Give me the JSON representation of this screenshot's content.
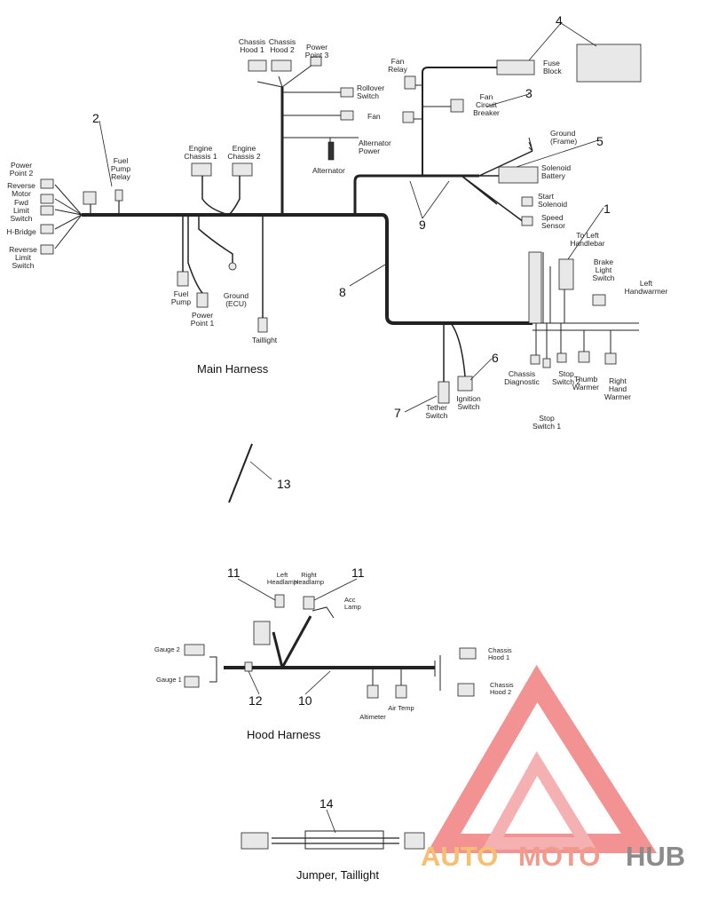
{
  "main_harness": {
    "title": "Main Harness",
    "labels": {
      "chassis_hood_1": "Chassis\nHood 1",
      "chassis_hood_2": "Chassis\nHood 2",
      "power_point_3": "Power\nPoint 3",
      "rollover_switch": "Rollover\nSwitch",
      "fan": "Fan",
      "alternator_power": "Alternator\nPower",
      "alternator": "Alternator",
      "engine_chassis_1": "Engine\nChassis 1",
      "engine_chassis_2": "Engine\nChassis 2",
      "fuel_pump_relay": "Fuel\nPump\nRelay",
      "power_point_2": "Power\nPoint 2",
      "reverse_motor": "Reverse\nMotor",
      "fwd_limit_switch": "Fwd\nLimit\nSwitch",
      "h_bridge": "H-Bridge",
      "reverse_limit_switch": "Reverse\nLimit\nSwitch",
      "fuel_pump": "Fuel\nPump",
      "power_point_1": "Power\nPoint 1",
      "ground_ecu": "Ground\n(ECU)",
      "taillight": "Taillight",
      "fan_relay": "Fan\nRelay",
      "fan_circuit_breaker": "Fan\nCircuit\nBreaker",
      "fuse_block": "Fuse\nBlock",
      "ground_frame": "Ground\n(Frame)",
      "solenoid_battery": "Solenoid\nBattery",
      "start_solenoid": "Start\nSolenoid",
      "speed_sensor": "Speed\nSensor",
      "to_left_handlebar": "To Left\nHandlebar",
      "brake_light_switch": "Brake\nLight\nSwitch",
      "left_handwarmer": "Left\nHandwarmer",
      "chassis_diagnostic": "Chassis\nDiagnostic",
      "stop_switch_2": "Stop\nSwitch 2",
      "thumb_warmer": "Thumb\nWarmer",
      "right_hand_warmer": "Right\nHand\nWarmer",
      "stop_switch_1": "Stop\nSwitch 1",
      "tether_switch": "Tether\nSwitch",
      "ignition_switch": "Ignition\nSwitch"
    }
  },
  "hood_harness": {
    "title": "Hood Harness",
    "labels": {
      "left_headlamp": "Left\nHeadlamp",
      "right_headlamp": "Right\nHeadlamp",
      "acc_lamp": "Acc\nLamp",
      "gauge_2": "Gauge 2",
      "gauge_1": "Gauge 1",
      "chassis_hood_1": "Chassis\nHood 1",
      "chassis_hood_2": "Chassis\nHood 2",
      "altimeter": "Altimeter",
      "air_temp": "Air Temp"
    }
  },
  "jumper": {
    "title": "Jumper, Taillight"
  },
  "callouts": [
    "1",
    "2",
    "3",
    "4",
    "5",
    "6",
    "7",
    "8",
    "9",
    "10",
    "11",
    "11",
    "12",
    "13",
    "14"
  ],
  "watermark": {
    "text_auto": "AUTO",
    "text_moto": "MOTO",
    "text_hub": "HUB",
    "color_red": "#e8403a",
    "color_orange": "#f5a623",
    "color_gray": "#666666"
  }
}
